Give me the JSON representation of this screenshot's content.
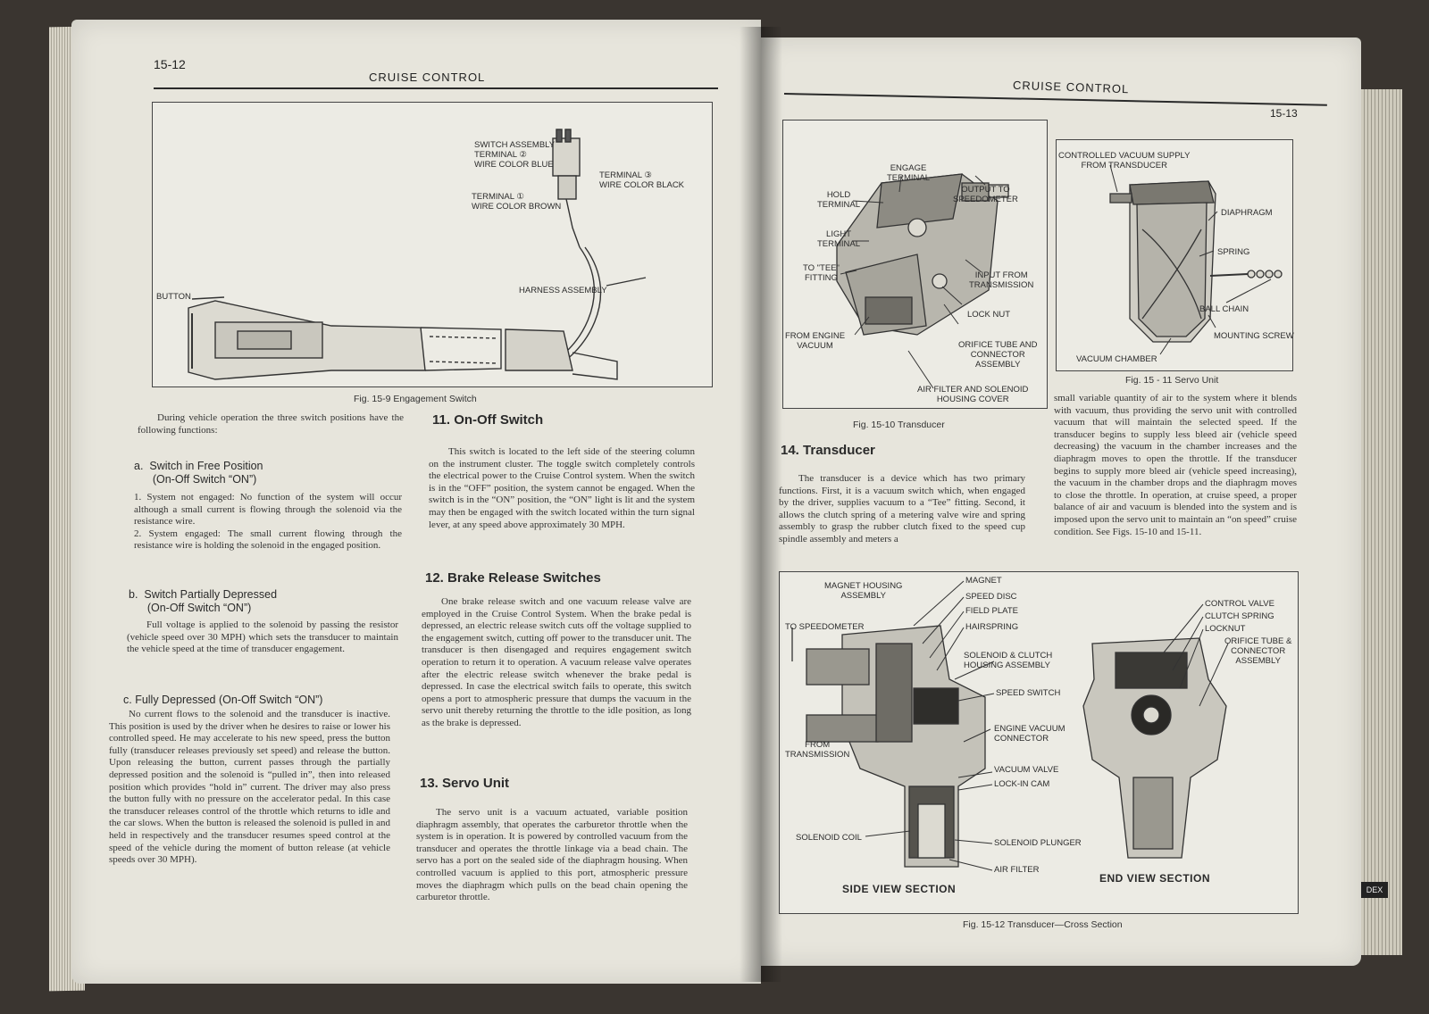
{
  "left_page": {
    "page_number": "15-12",
    "header": "CRUISE CONTROL",
    "figure": {
      "caption": "Fig. 15-9 Engagement Switch",
      "labels": {
        "switch_assembly": "SWITCH ASSEMBLY\nTERMINAL ②\nWIRE COLOR BLUE",
        "terminal3": "TERMINAL ③\nWIRE COLOR BLACK",
        "terminal1": "TERMINAL ①\nWIRE COLOR BROWN",
        "harness": "HARNESS ASSEMBLY",
        "button": "BUTTON"
      }
    },
    "intro": "During vehicle operation the three switch positions have the following functions:",
    "sub_a_title": "a.  Switch in Free Position\n      (On-Off Switch “ON”)",
    "sub_a_text": "1. System not engaged: No function of the system will occur although a small current is flowing through the solenoid via the resistance wire.\n2. System engaged: The small current flowing through the resistance wire is holding the solenoid in the engaged position.",
    "sub_b_title": "b.  Switch Partially Depressed\n      (On-Off Switch “ON”)",
    "sub_b_text": "Full voltage is applied to the solenoid by passing the resistor (vehicle speed over 30 MPH) which sets the transducer to maintain the vehicle speed at the time of transducer engagement.",
    "sub_c_title": "c.  Fully Depressed (On-Off Switch “ON”)",
    "sub_c_text": "No current flows to the solenoid and the transducer is inactive. This position is used by the driver when he desires to raise or lower his controlled speed. He may accelerate to his new speed, press the button fully (transducer releases previously set speed) and release the button. Upon releasing the button, current passes through the partially depressed position and the solenoid is “pulled in”, then into released position which provides “hold in” current. The driver may also press the button fully with no pressure on the accelerator pedal. In this case the transducer releases control of the throttle which returns to idle and the car slows. When the button is released the solenoid is pulled in and held in respectively and the transducer resumes speed control at the speed of the vehicle during the moment of button release (at vehicle speeds over 30 MPH).",
    "sec11_title": "11.  On-Off Switch",
    "sec11_text": "This switch is located to the left side of the steering column on the instrument cluster. The toggle switch completely controls the electrical power to the Cruise Control system. When the switch is in the “OFF” position, the system cannot be engaged. When the switch is in the “ON” position, the “ON” light is lit and the system may then be engaged with the switch located within the turn signal lever, at any speed above approximately 30 MPH.",
    "sec12_title": "12.  Brake Release Switches",
    "sec12_text": "One brake release switch and one vacuum release valve are employed in the Cruise Control System. When the brake pedal is depressed, an electric release switch cuts off the voltage supplied to the engagement switch, cutting off power to the transducer unit. The transducer is then disengaged and requires engagement switch operation to return it to operation. A vacuum release valve operates after the electric release switch whenever the brake pedal is depressed. In case the electrical switch fails to operate, this switch opens a port to atmospheric pressure that dumps the vacuum in the servo unit thereby returning the throttle to the idle position, as long as the brake is depressed.",
    "sec13_title": "13.  Servo Unit",
    "sec13_text": "The servo unit is a vacuum actuated, variable position diaphragm assembly, that operates the carburetor throttle when the system is in operation. It is powered by controlled vacuum from the transducer and operates the throttle linkage via a bead chain. The servo has a port on the sealed side of the diaphragm housing. When controlled vacuum is applied to this port, atmospheric pressure moves the diaphragm which pulls on the bead chain opening the carburetor throttle."
  },
  "right_page": {
    "page_number": "15-13",
    "header": "CRUISE CONTROL",
    "fig10": {
      "caption": "Fig. 15-10 Transducer",
      "labels": {
        "engage": "ENGAGE\nTERMINAL",
        "hold": "HOLD\nTERMINAL",
        "output": "OUTPUT TO\nSPEEDOMETER",
        "light": "LIGHT\nTERMINAL",
        "tee": "TO \"TEE\"\nFITTING",
        "input": "INPUT FROM\nTRANSMISSION",
        "locknut": "LOCK NUT",
        "engine_vacuum": "FROM ENGINE\nVACUUM",
        "orifice": "ORIFICE TUBE AND\nCONNECTOR\nASSEMBLY",
        "air_filter": "AIR FILTER AND SOLENOID\nHOUSING COVER"
      }
    },
    "fig11": {
      "caption": "Fig. 15 - 11 Servo Unit",
      "labels": {
        "controlled": "CONTROLLED VACUUM SUPPLY\nFROM TRANSDUCER",
        "diaphragm": "DIAPHRAGM",
        "spring": "SPRING",
        "ball_chain": "BALL CHAIN",
        "mounting": "MOUNTING SCREW",
        "chamber": "VACUUM CHAMBER"
      }
    },
    "sec14_title": "14.  Transducer",
    "sec14_text": "The transducer is a device which has two primary functions. First, it is a vacuum switch which, when engaged by the driver, supplies vacuum to a “Tee” fitting. Second, it allows the clutch spring of a metering valve wire and spring assembly to grasp the rubber clutch fixed to the speed cup spindle assembly and meters a",
    "sec14_cont": "small variable quantity of air to the system where it blends with vacuum, thus providing the servo unit with controlled vacuum that will maintain the selected speed. If the transducer begins to supply less bleed air (vehicle speed decreasing) the vacuum in the chamber increases and the diaphragm moves to open the throttle. If the transducer begins to supply more bleed air (vehicle speed increasing), the vacuum in the chamber drops and the diaphragm moves to close the throttle. In operation, at cruise speed, a proper balance of air and vacuum is blended into the system and is imposed upon the servo unit to maintain an “on speed” cruise condition. See Figs. 15-10 and 15-11.",
    "fig12": {
      "caption": "Fig. 15-12 Transducer—Cross Section",
      "side_title": "SIDE VIEW SECTION",
      "end_title": "END VIEW SECTION",
      "labels": {
        "magnet_housing": "MAGNET HOUSING\nASSEMBLY",
        "magnet": "MAGNET",
        "speed_disc": "SPEED DISC",
        "field_plate": "FIELD PLATE",
        "hairspring": "HAIRSPRING",
        "to_speedo": "TO SPEEDOMETER",
        "solenoid_clutch": "SOLENOID & CLUTCH\nHOUSING ASSEMBLY",
        "speed_switch": "SPEED SWITCH",
        "from_trans": "FROM\nTRANSMISSION",
        "engine_vac_conn": "ENGINE VACUUM\nCONNECTOR",
        "vacuum_valve": "VACUUM VALVE",
        "lockin_cam": "LOCK-IN CAM",
        "solenoid_coil": "SOLENOID COIL",
        "solenoid_plunger": "SOLENOID PLUNGER",
        "air_filter": "AIR FILTER",
        "control_valve": "CONTROL VALVE",
        "clutch_spring": "CLUTCH SPRING",
        "locknut": "LOCKNUT",
        "orifice": "ORIFICE TUBE &\nCONNECTOR\nASSEMBLY"
      }
    }
  },
  "edge_tab": "DEX"
}
